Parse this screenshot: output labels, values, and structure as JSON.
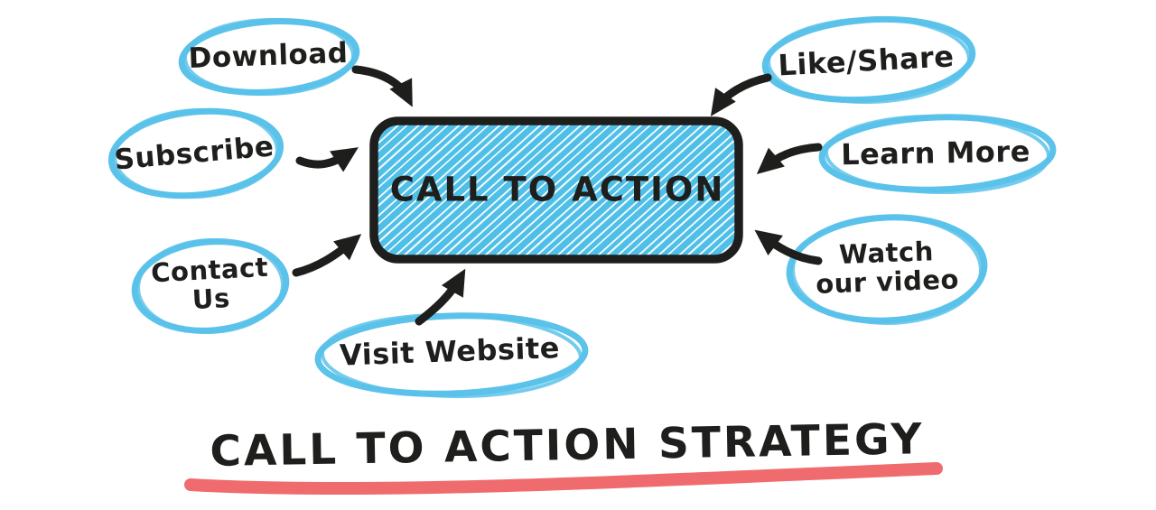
{
  "diagram": {
    "type": "mind-map",
    "center_label": "CALL TO ACTION",
    "title": "CALL TO ACTION STRATEGY",
    "bubbles": [
      {
        "id": "download",
        "label": "Download"
      },
      {
        "id": "subscribe",
        "label": "Subscribe"
      },
      {
        "id": "contact-us",
        "label": "Contact\nUs"
      },
      {
        "id": "visit-website",
        "label": "Visit Website"
      },
      {
        "id": "like-share",
        "label": "Like/Share"
      },
      {
        "id": "learn-more",
        "label": "Learn More"
      },
      {
        "id": "watch-our-video",
        "label": "Watch\nour video"
      }
    ],
    "colors": {
      "bubble_blue": "#5bc2ea",
      "hatch_blue": "#4fbfe8",
      "ink_black": "#1e1e1c",
      "underline_red": "#ef6b6e",
      "background": "#ffffff"
    }
  }
}
